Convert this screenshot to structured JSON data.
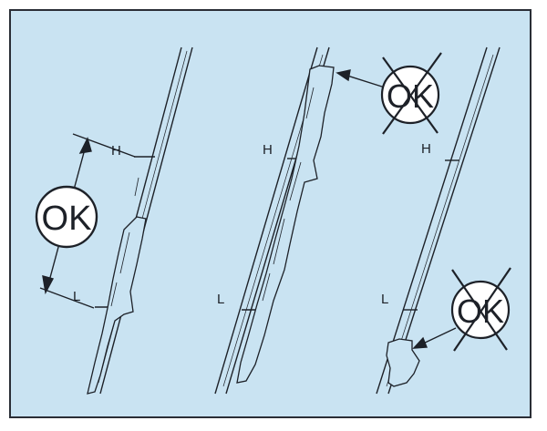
{
  "colors": {
    "background": "#c9e3f2",
    "line": "#1d2128",
    "frame": "#2a2e36",
    "ok_circle_fill": "#ffffff"
  },
  "panels": [
    {
      "id": "left",
      "status": "ok",
      "upper_mark": "H",
      "lower_mark": "L",
      "badge_text": "OK",
      "badge_crossed": false
    },
    {
      "id": "middle",
      "status": "not-ok",
      "upper_mark": "H",
      "lower_mark": "L",
      "badge_text": "OK",
      "badge_crossed": true
    },
    {
      "id": "right",
      "status": "not-ok",
      "upper_mark": "H",
      "lower_mark": "L",
      "badge_text": "OK",
      "badge_crossed": true
    }
  ]
}
